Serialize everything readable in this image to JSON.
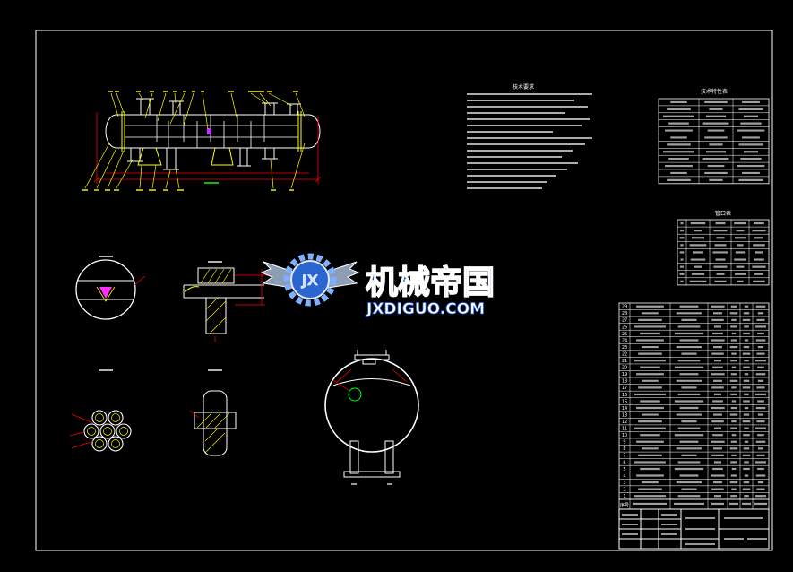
{
  "watermark": {
    "badge": "JX",
    "title": "机械帝国",
    "url": "JXDIGUO.COM"
  },
  "notes": {
    "title": "技术要求"
  },
  "tech_table": {
    "title": "技术特性表"
  },
  "nozzle_table": {
    "title": "管口表"
  },
  "parts_list": {
    "header_no": "序号",
    "item_numbers": [
      "29",
      "28",
      "27",
      "26",
      "25",
      "24",
      "23",
      "22",
      "21",
      "20",
      "19",
      "18",
      "17",
      "16",
      "15",
      "14",
      "13",
      "12",
      "11",
      "10",
      "9",
      "8",
      "7",
      "6",
      "5",
      "4",
      "3",
      "2",
      "1"
    ]
  },
  "colors": {
    "background": "#000000",
    "frame": "#ffffff",
    "leader": "#ffff00",
    "dimension": "#ff0000",
    "centerline": "#00ff00",
    "logo_blue": "#1f5fe0"
  }
}
